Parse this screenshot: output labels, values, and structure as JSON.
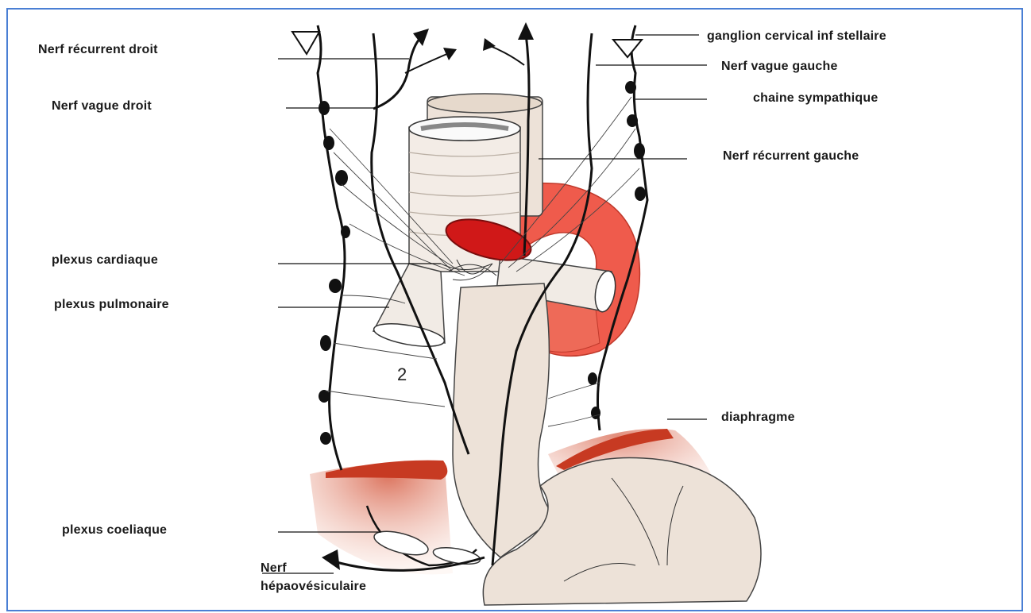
{
  "labels": {
    "recurrent_right": "Nerf récurrent droit",
    "vagus_right": "Nerf vague droit",
    "plexus_cardiac": "plexus cardiaque",
    "plexus_pulmonary": "plexus pulmonaire",
    "plexus_celiac": "plexus coeliaque",
    "nerve_hepato_line1": "Nerf",
    "nerve_hepato_line2": "hépaovésiculaire",
    "stellate_ganglion": "ganglion cervical inf stellaire",
    "vagus_left": "Nerf vague gauche",
    "sympathetic_chain": "chaine sympathique",
    "recurrent_left": "Nerf récurrent gauche",
    "diaphragm": "diaphragme",
    "figure_number": "2"
  },
  "colors": {
    "frame_border": "#4a7fd4",
    "aorta": "#ef5b4c",
    "aorta_lumen": "#d01818",
    "esophagus": "#ede2d8",
    "diaphragm": "#c73a22",
    "nerve": "#111111"
  }
}
